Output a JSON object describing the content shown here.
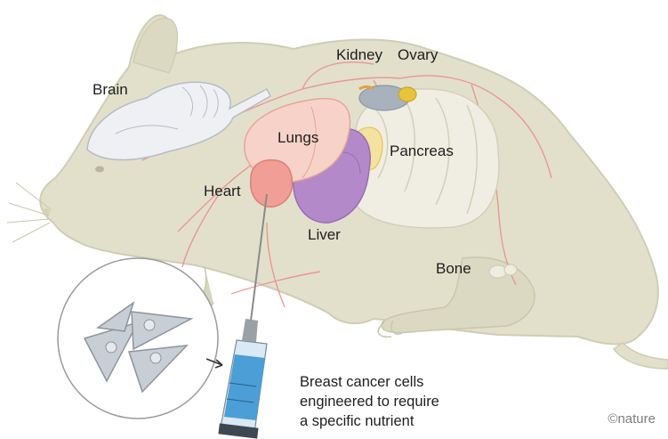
{
  "labels": {
    "brain": "Brain",
    "kidney": "Kidney",
    "ovary": "Ovary",
    "lungs": "Lungs",
    "pancreas": "Pancreas",
    "heart": "Heart",
    "liver": "Liver",
    "bone": "Bone"
  },
  "caption": {
    "line1": "Breast cancer cells",
    "line2": "engineered to require",
    "line3": "a specific nutrient"
  },
  "credit": "©nature",
  "colors": {
    "mouse_body": "#e2e0cb",
    "mouse_outline": "#cfcdb4",
    "brain": "#eef0f4",
    "lungs": "#f7d2c8",
    "heart": "#f19f96",
    "liver": "#b489c9",
    "kidney": "#a8b2bd",
    "ovary": "#e8c33e",
    "pancreas": "#f4e2a0",
    "intestine": "#f0eee2",
    "vessels": "#ec8a8a",
    "syringe_barrel": "#4b9ed6"
  }
}
